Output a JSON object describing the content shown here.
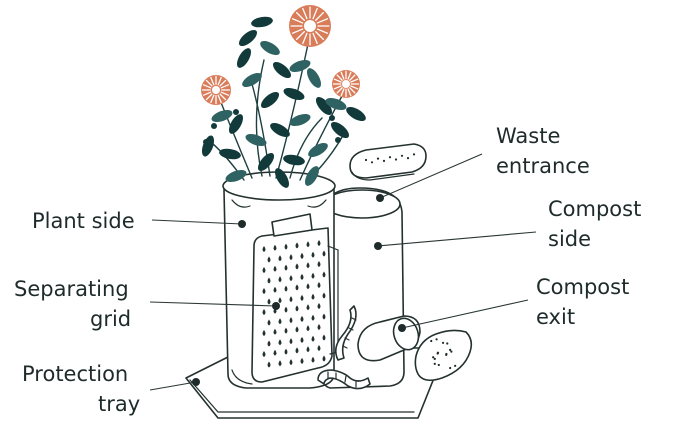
{
  "labels": {
    "plant_side": "Plant side",
    "separating_grid_line1": "Separating",
    "separating_grid_line2": "grid",
    "protection_tray_line1": "Protection",
    "protection_tray_line2": "tray",
    "waste_entrance_line1": "Waste",
    "waste_entrance_line2": "entrance",
    "compost_side_line1": "Compost",
    "compost_side_line2": "side",
    "compost_exit_line1": "Compost",
    "compost_exit_line2": "exit"
  },
  "colors": {
    "ink": "#24312f",
    "leaf_dark": "#123a3a",
    "leaf_mid": "#2f6262",
    "flower": "#d97c59",
    "text": "#1e2b2a"
  },
  "icons": [
    "flower-icon",
    "leaf-icon",
    "worm-icon",
    "waste-lid-icon",
    "compost-cap-icon"
  ]
}
